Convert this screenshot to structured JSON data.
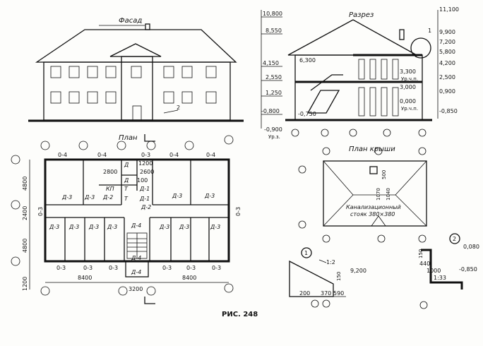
{
  "facade": {
    "title": "Фасад",
    "mark": "2"
  },
  "section": {
    "title": "Разрез",
    "callout": "1",
    "left_levels": [
      "10,800",
      "8,550",
      "4,150",
      "2,550",
      "1,250",
      "-0,800",
      "-0,900"
    ],
    "left_bottom_note": "Ур.з.",
    "right_levels": [
      "11,100",
      "9,900",
      "7,200",
      "5,800",
      "4,200",
      "2,500",
      "0,900",
      "-0,850"
    ],
    "inner_levels": [
      "6,300",
      "3,300",
      "3,000",
      "0,000",
      "-0,750"
    ],
    "inner_notes": [
      "Ур.ч.п.",
      "Ур.ч.п."
    ]
  },
  "plan": {
    "title": "План",
    "top_dims": [
      "0-4",
      "0-4",
      "0-3",
      "0-4",
      "0-4"
    ],
    "bottom_dims": [
      "0-3",
      "0-3",
      "0-3",
      "0-3",
      "0-3",
      "0-3"
    ],
    "left_dims": [
      "4800",
      "2400",
      "4800",
      "1200"
    ],
    "side_dim": "0-3",
    "overall_dims": [
      "8400",
      "8400",
      "3200"
    ],
    "inner_dims": [
      "1200",
      "2600",
      "2800",
      "100"
    ],
    "rooms": [
      "Д-3",
      "Д-3",
      "Д-2",
      "КП",
      "Д-3",
      "Д-3",
      "Д-3",
      "Д-3",
      "Д-3",
      "Д-3",
      "Д-4",
      "Д-3",
      "Д-3",
      "Д-3",
      "Д-4",
      "Д-4",
      "Д",
      "Д",
      "Т",
      "Т",
      "Д-1",
      "Д-1",
      "Д-2"
    ]
  },
  "roof": {
    "title": "План крыши",
    "label_line1": "Канализационный",
    "label_line2": "стояк 380×380",
    "dims": [
      "500",
      "1040",
      "1070"
    ]
  },
  "detail1": {
    "number": "1",
    "slope": "1:2",
    "level": "9,200",
    "dims": [
      "200",
      "370",
      "590",
      "150"
    ]
  },
  "detail2": {
    "number": "2",
    "levels": [
      "0,080",
      "-0,850"
    ],
    "slope": "1:33",
    "dims": [
      "150",
      "440",
      "1000"
    ]
  },
  "caption": "РИС. 248"
}
